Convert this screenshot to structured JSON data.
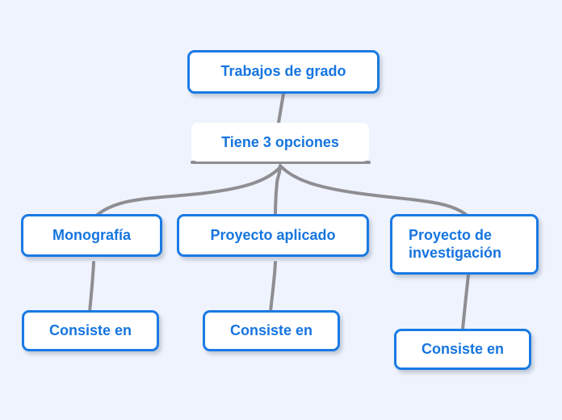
{
  "diagram": {
    "title_text": "Trabajos de grado",
    "background_color": "#eff3fd",
    "node_border_color": "#1a7ae4",
    "node_text_color": "#1675e0",
    "edge_color": "#8e8e92",
    "nodes": {
      "root": {
        "label": "Trabajos de grado"
      },
      "branch_label": {
        "label": "Tiene 3 opciones"
      },
      "option_1": {
        "label": "Monografía"
      },
      "option_2": {
        "label": "Proyecto aplicado"
      },
      "option_3_line1": {
        "label": "Proyecto de"
      },
      "option_3_line2": {
        "label": "investigación"
      },
      "detail_1": {
        "label": "Consiste en"
      },
      "detail_2": {
        "label": "Consiste en"
      },
      "detail_3": {
        "label": "Consiste en"
      }
    }
  }
}
